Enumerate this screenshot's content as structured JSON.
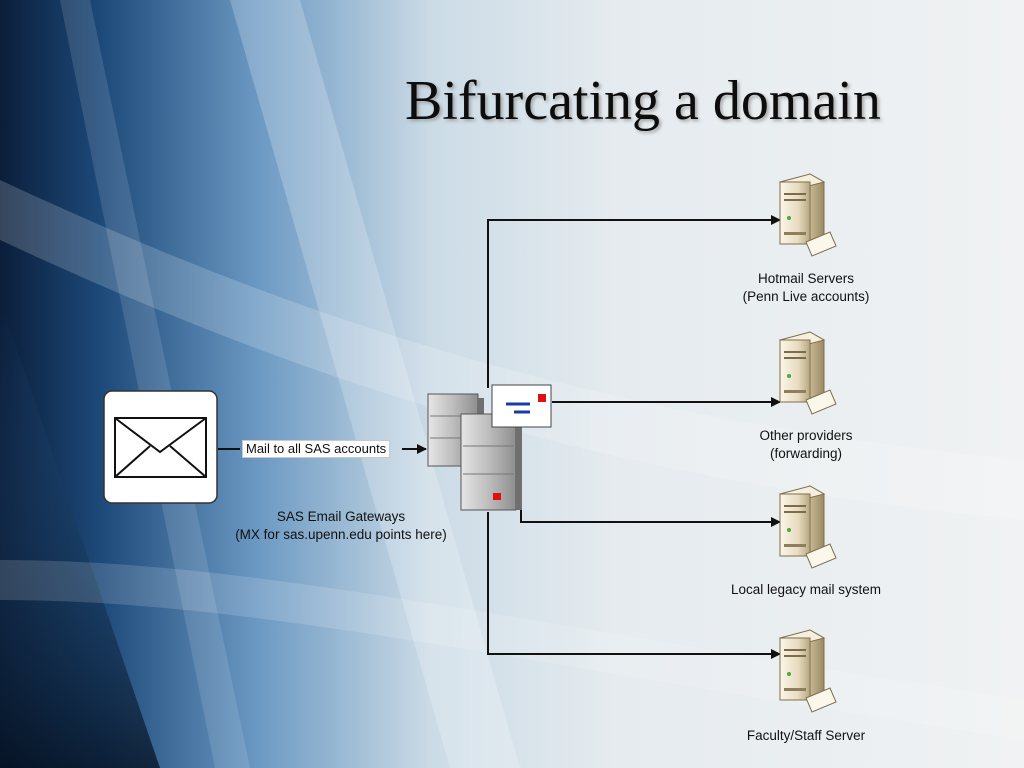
{
  "slide": {
    "title": "Bifurcating a domain"
  },
  "colors": {
    "line": "#111111",
    "server_beige": "#e8dcc0",
    "gateway_gray": "#bdbdbd",
    "indicator_red": "#e01010",
    "indicator_blue": "#1a3aa8"
  },
  "source": {
    "icon": "envelope-icon",
    "arrow_label": "Mail to all SAS accounts"
  },
  "gateway": {
    "icon": "gateway-server-icon",
    "line1": "SAS Email Gateways",
    "line2": "(MX for sas.upenn.edu points here)"
  },
  "destinations": [
    {
      "icon": "server-icon",
      "line1": "Hotmail Servers",
      "line2": "(Penn Live accounts)"
    },
    {
      "icon": "server-icon",
      "line1": "Other providers",
      "line2": "(forwarding)"
    },
    {
      "icon": "server-icon",
      "line1": "Local legacy mail system",
      "line2": ""
    },
    {
      "icon": "server-icon",
      "line1": "Faculty/Staff Server",
      "line2": ""
    }
  ]
}
